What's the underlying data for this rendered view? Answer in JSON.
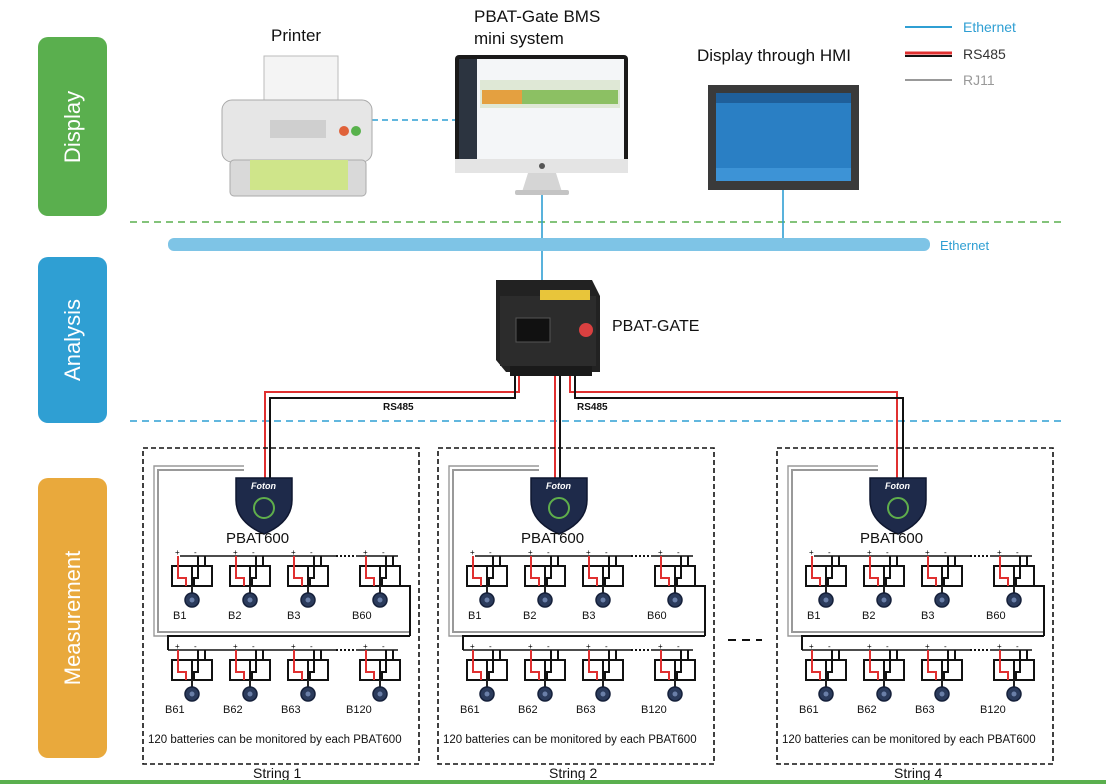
{
  "sections": {
    "display": {
      "label": "Display",
      "color": "#5aaf4e"
    },
    "analysis": {
      "label": "Analysis",
      "color": "#2f9fd3"
    },
    "measurement": {
      "label": "Measurement",
      "color": "#e9a93c"
    }
  },
  "devices": {
    "printer": "Printer",
    "bms_line1": "PBAT-Gate BMS",
    "bms_line2": "mini system",
    "hmi": "Display through HMI",
    "gate": "PBAT-GATE",
    "monitor": "PBAT600",
    "monitor_logo": "Foton"
  },
  "legend": [
    {
      "label": "Ethernet",
      "color": "#2f9fd3"
    },
    {
      "label": "RS485",
      "color": "#e03030"
    },
    {
      "label": "RJ11",
      "color": "#999999"
    }
  ],
  "bus_label": "Ethernet",
  "rs485_labels": [
    "RS485",
    "RS485"
  ],
  "battery_labels": {
    "row1": [
      "B1",
      "B2",
      "B3",
      "B60"
    ],
    "row2": [
      "B61",
      "B62",
      "B63",
      "B120"
    ]
  },
  "footnote": "120 batteries can be monitored by each PBAT600",
  "strings": [
    "String 1",
    "String 2",
    "String 4"
  ],
  "colors": {
    "ethernet": "#2f9fd3",
    "rs485": "#e03030",
    "rj11": "#999999",
    "divider_green": "#5aaf4e",
    "divider_blue": "#2f9fd3"
  }
}
